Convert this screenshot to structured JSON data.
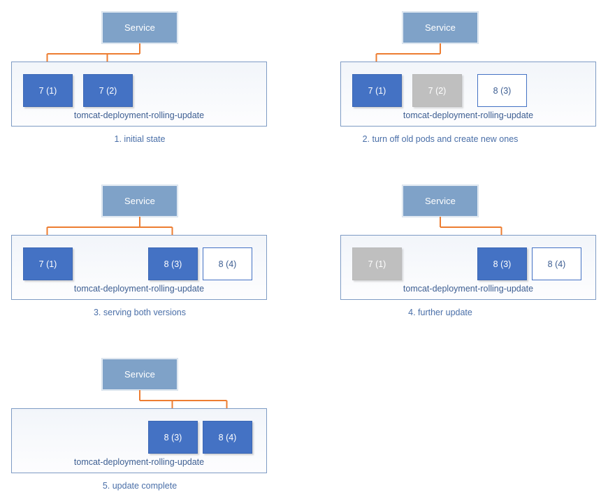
{
  "theme": {
    "pod_active_color": "#4472C4",
    "pod_terminating_color": "#BFBFBF",
    "pod_creating_color": "#FFFFFF",
    "service_color": "#7FA2C8",
    "arrow_color": "#ED7D31",
    "caption_color": "#4A6FA8",
    "deployment_border_color": "#7E9BC4"
  },
  "labels": {
    "service": "Service",
    "deployment": "tomcat-deployment-rolling-update"
  },
  "panels": [
    {
      "id": "panel-1",
      "caption": "1. initial state",
      "service": "Service",
      "deployment": "tomcat-deployment-rolling-update",
      "pods": [
        {
          "slot": 1,
          "label": "7 (1)",
          "state": "active"
        },
        {
          "slot": 2,
          "label": "7 (2)",
          "state": "active"
        }
      ],
      "arrow_slots": [
        1,
        2
      ]
    },
    {
      "id": "panel-2",
      "caption": "2. turn off old pods and create new ones",
      "service": "Service",
      "deployment": "tomcat-deployment-rolling-update",
      "pods": [
        {
          "slot": 1,
          "label": "7 (1)",
          "state": "active"
        },
        {
          "slot": 2,
          "label": "7 (2)",
          "state": "terminating"
        },
        {
          "slot": 3,
          "label": "8 (3)",
          "state": "creating"
        }
      ],
      "arrow_slots": [
        1
      ]
    },
    {
      "id": "panel-3",
      "caption": "3. serving both versions",
      "service": "Service",
      "deployment": "tomcat-deployment-rolling-update",
      "pods": [
        {
          "slot": 1,
          "label": "7 (1)",
          "state": "active"
        },
        {
          "slot": 3,
          "label": "8 (3)",
          "state": "active"
        },
        {
          "slot": 4,
          "label": "8 (4)",
          "state": "creating"
        }
      ],
      "arrow_slots": [
        1,
        3
      ]
    },
    {
      "id": "panel-4",
      "caption": "4. further update",
      "service": "Service",
      "deployment": "tomcat-deployment-rolling-update",
      "pods": [
        {
          "slot": 1,
          "label": "7 (1)",
          "state": "terminating"
        },
        {
          "slot": 3,
          "label": "8 (3)",
          "state": "active"
        },
        {
          "slot": 4,
          "label": "8 (4)",
          "state": "creating"
        }
      ],
      "arrow_slots": [
        3
      ]
    },
    {
      "id": "panel-5",
      "caption": "5. update complete",
      "service": "Service",
      "deployment": "tomcat-deployment-rolling-update",
      "pods": [
        {
          "slot": 3,
          "label": "8 (3)",
          "state": "active"
        },
        {
          "slot": 4,
          "label": "8 (4)",
          "state": "active"
        }
      ],
      "arrow_slots": [
        3,
        4
      ]
    }
  ]
}
